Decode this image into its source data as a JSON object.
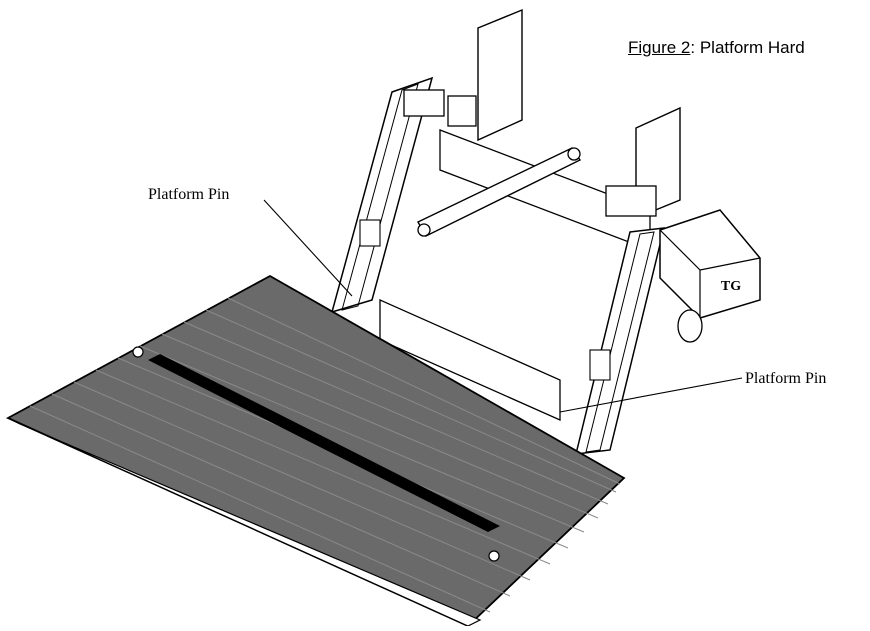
{
  "figure": {
    "number": "Figure 2",
    "separator": ": ",
    "caption": "Platform Hard"
  },
  "callouts": {
    "left": "Platform Pin",
    "right": "Platform Pin"
  },
  "badge": {
    "text": "TG"
  },
  "colors": {
    "line": "#000000",
    "platform": "#6a6a6a",
    "platform_stripe": "#888888",
    "background": "#ffffff"
  }
}
